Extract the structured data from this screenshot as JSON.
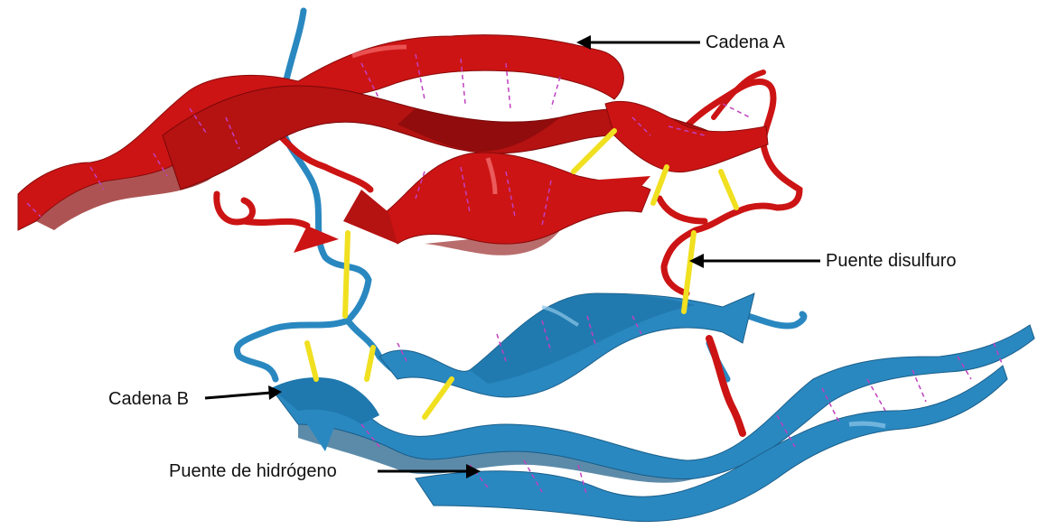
{
  "labels": {
    "chain_a": "Cadena A",
    "chain_b": "Cadena B",
    "disulfide_bridge": "Puente disulfuro",
    "hydrogen_bond": "Puente de hidrógeno"
  },
  "colors": {
    "chain_a": "#cc1414",
    "chain_a_dark": "#8a0a0a",
    "chain_b": "#2a88c0",
    "chain_b_dark": "#1a5f8a",
    "disulfide": "#f0e020",
    "hbond": "#c040c0",
    "arrow": "#000000"
  }
}
